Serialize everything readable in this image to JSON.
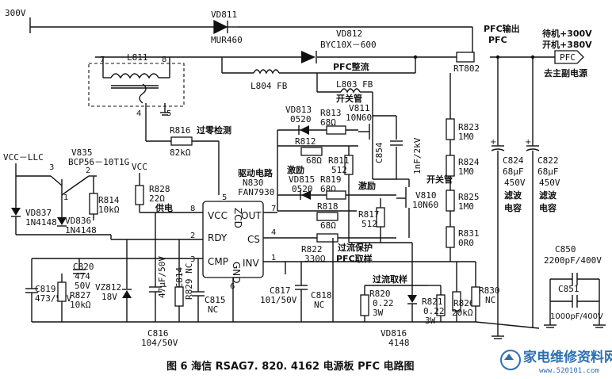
{
  "labels": {
    "v300": "300V",
    "vd811": "VD811",
    "mur460": "MUR460",
    "vd812": "VD812",
    "byc10x": "BYC10X－600",
    "pfc_rect": "PFC整流",
    "pfc_out": "PFC输出",
    "pfc": "PFC",
    "standby": "待机+300V",
    "on": "开机+380V",
    "pfc_arrow": "PFC",
    "to_main": "去主副电源",
    "l811": "L811",
    "p7": "7",
    "p8": "8",
    "p4": "4",
    "p5": "5",
    "rt802": "RT802",
    "l804": "L804 FB",
    "l803": "L803 FB",
    "sw_tube1": "开关管",
    "v811": "V811",
    "v811n": "10N60",
    "vd813": "VD813",
    "vd813v": "0520",
    "r813": "R813",
    "r813v": "68Ω",
    "r812": "R812",
    "r812v": "68Ω",
    "r811": "R811",
    "r811v": "512",
    "c854": "C854",
    "c854v": "1nF/2kV",
    "r816": "R816",
    "zero_detect": "过零检测",
    "r816v": "82kΩ",
    "vcc_llc": "VCC－LLC",
    "v835": "V835",
    "v835n": "BCP56－10T1G",
    "vcc": "VCC",
    "drv": "驱动电路",
    "n830": "N830",
    "fan7930": "FAN7930",
    "excite1": "激励",
    "vd815": "VD815",
    "vd815v": "0520",
    "r819": "R819",
    "r819v": "68Ω",
    "r818": "R818",
    "r818v": "68Ω",
    "excite2": "激励",
    "sw_tube2": "开关管",
    "v810": "V810",
    "v810n": "10N60",
    "r817": "R817",
    "r817v": "512",
    "r814": "R814",
    "r814v": "10kΩ",
    "r828": "R828",
    "r828v": "22Ω",
    "supply": "供电",
    "vd837": "VD837",
    "vd837n": "1N4148",
    "vd836": "VD836",
    "vd836n": "1N4148",
    "pin_vcc": "VCC",
    "pin_zcd": "ZCD",
    "pin_out": "OUT",
    "pin_rdy": "RDY",
    "pin_cs": "CS",
    "pin_cmp": "CMP",
    "pin_inv": "INV",
    "pin_gnd": "GND",
    "n8": "8",
    "n2": "2",
    "n3": "3",
    "n7": "7",
    "n4": "4",
    "n1": "1",
    "n6": "6",
    "n5b": "5",
    "r822": "R822",
    "r822v": "330Ω",
    "ocp": "过流保护",
    "pfc_sample": "PFC取样",
    "c820": "C820",
    "c820v": "474",
    "c820v2": "50V",
    "c819": "C819",
    "c819v": "473/50V",
    "r827": "R827",
    "r827v": "10kΩ",
    "vz812": "VZ812",
    "vz812v": "18V",
    "c814v": "47μF/50V",
    "c814": "+C814",
    "r829": "R829 NC",
    "c815": "C815",
    "c815v": "NC",
    "c816": "C816",
    "c816v": "104/50V",
    "c817": "C817",
    "c817v": "101/50V",
    "c818": "C818",
    "c818v": "NC",
    "oc_sample": "过流取样",
    "r820": "R820",
    "r820v": "0.22",
    "r820w": "3W",
    "r821": "R821",
    "r821v": "0.22",
    "r821w": "3W",
    "vd816": "VD816",
    "vd816n": "4148",
    "r826": "R826",
    "r826v": "20kΩ",
    "r830": "R830",
    "r830v": "NC",
    "r823": "R823",
    "r823v": "1M0",
    "r824": "R824",
    "r824v": "1M0",
    "r825": "R825",
    "r825v": "1M0",
    "r831": "R831",
    "r831v": "0R0",
    "c824": "C824",
    "c824v": "68μF",
    "c824v2": "450V",
    "c824t": "滤波",
    "c824t2": "电容",
    "c822": "C822",
    "c822v": "68μF",
    "c822v2": "450V",
    "c822t": "滤波",
    "c822t2": "电容",
    "c850": "C850",
    "c850v": "2200pF/400V",
    "c851": "C851",
    "c851v": "1000pF/400V",
    "caption": "图 6     海信 RSAG7. 820. 4162 电源板 PFC 电路图",
    "watermark": "家电维修资料网",
    "watermark_url": "www.520101.com"
  }
}
